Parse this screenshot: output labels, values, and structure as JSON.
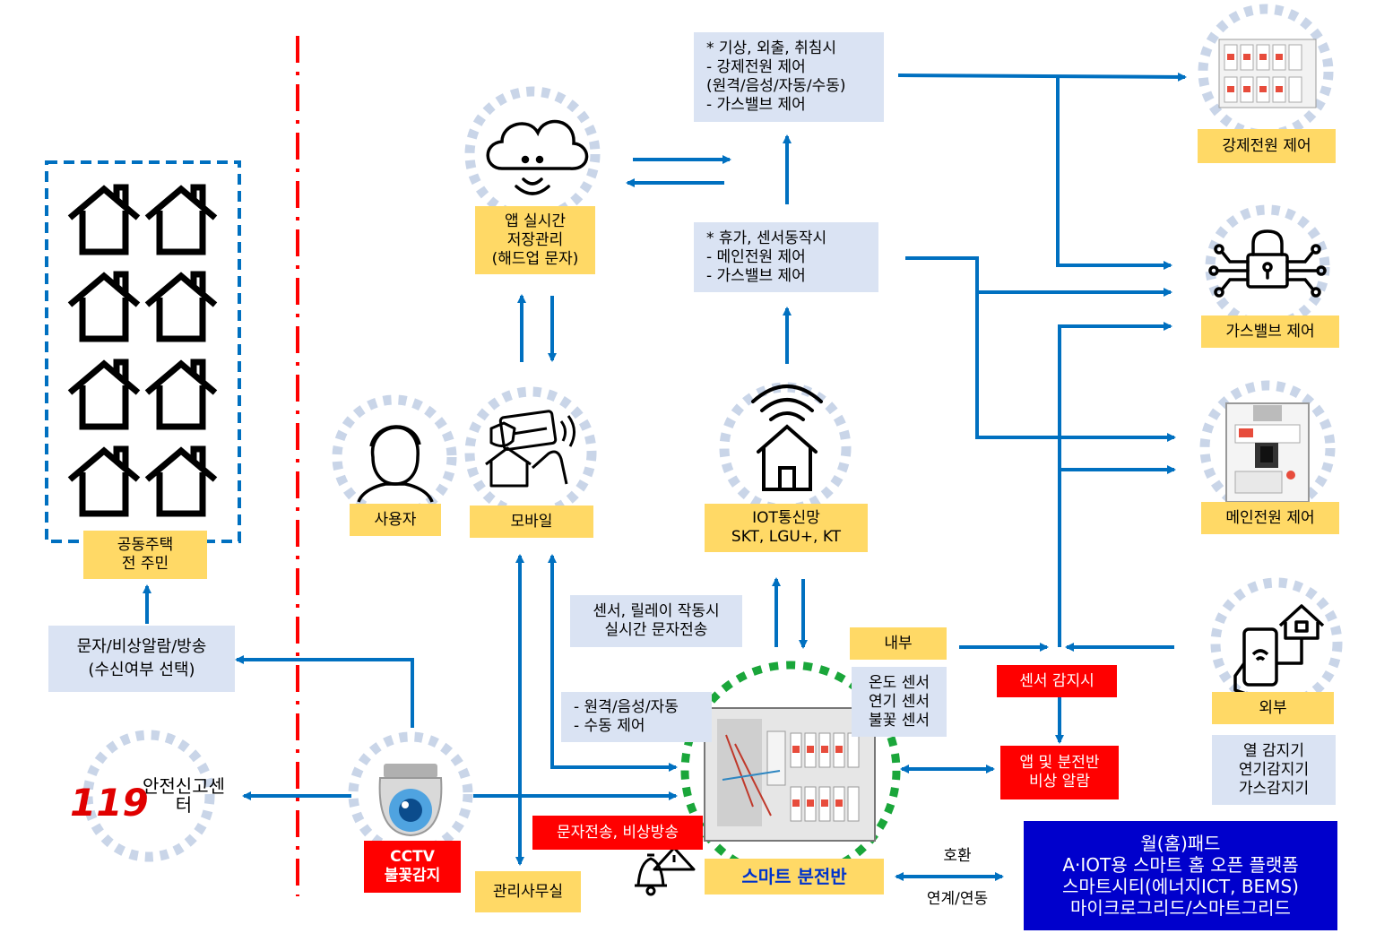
{
  "labels": {
    "residents": "공동주택\n전 주민",
    "notify": "문자/비상알람/방송\n(수신여부 선택)",
    "safety_center": "안전신고센터",
    "safety_logo": "119",
    "cctv": "CCTV\n불꽃감지",
    "office": "관리사무실",
    "text_broadcast": "문자전송, 비상방송",
    "remote_manual": "- 원격/음성/자동\n- 수동 제어",
    "relay_text": "센서, 릴레이 작동시\n실시간 문자전송",
    "user": "사용자",
    "mobile": "모바일",
    "app_storage": "앱 실시간\n저장관리\n(해드업 문자)",
    "scenario_absence": "* 기상, 외출, 취침시\n - 강제전원 제어\n (원격/음성/자동/수동)\n - 가스밸브 제어",
    "scenario_vacation": "* 휴가, 센서동작시\n - 메인전원 제어\n - 가스밸브 제어",
    "iot_network": "IOT통신망\nSKT, LGU+, KT",
    "internal": "내부",
    "sensors_internal": "온도 센서\n연기 센서\n불꽃 센서",
    "sensor_detect": "센서 감지시",
    "app_alarm": "앱 및 분전반\n비상 알람",
    "smart_panel": "스마트 분전반",
    "compat": "호환",
    "link": "연계/연동",
    "platform": "월(홈)패드\nA·IOT용 스마트 홈 오픈 플랫폼\n스마트시티(에너지ICT, BEMS)\n마이크로그리드/스마트그리드",
    "forced_power": "강제전원 제어",
    "gas_valve": "가스밸브 제어",
    "main_power": "메인전원 제어",
    "external": "외부",
    "sensors_external": "열 감지기\n연기감지기\n가스감지기"
  },
  "colors": {
    "arrow": "#0070c0",
    "divider": "#ff0000",
    "box_border": "#0070c0",
    "label_yellow": "#ffd966",
    "label_light": "#dae3f3",
    "alert_red": "#ff0000",
    "platform_blue": "#0000cc",
    "halo": "#c9d5e8",
    "panel_halo": "#1aa63a"
  },
  "icons": [
    "house-icon",
    "cloud-icon",
    "user-icon",
    "mobile-security-icon",
    "wifi-house-icon",
    "cctv-camera-icon",
    "bell-icon",
    "warning-icon",
    "lock-circuit-icon",
    "breaker-panel-icon",
    "circuit-breaker-icon",
    "phone-house-icon",
    "fire-119-logo"
  ]
}
